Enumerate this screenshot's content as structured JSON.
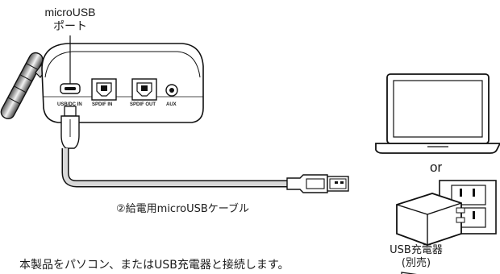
{
  "callout": {
    "line1": "microUSB",
    "line2": "ポート"
  },
  "device": {
    "port_labels": [
      "USB/DC IN",
      "SPDIF IN",
      "SPDIF OUT",
      "AUX"
    ]
  },
  "cable_label": "②給電用microUSBケーブル",
  "or_label": "or",
  "charger": {
    "line1": "USB充電器",
    "line2": "(別売)"
  },
  "instruction": "本製品をパソコン、またはUSB充電器と接続します。",
  "colors": {
    "line": "#1a1a1a",
    "fill": "#ffffff",
    "shade": "#d9d9d9",
    "dark": "#2a2a2a"
  },
  "icons": [
    "antenna",
    "transmitter-device",
    "microusb-cable",
    "laptop-icon",
    "usb-charger-icon",
    "wall-outlet-icon"
  ]
}
